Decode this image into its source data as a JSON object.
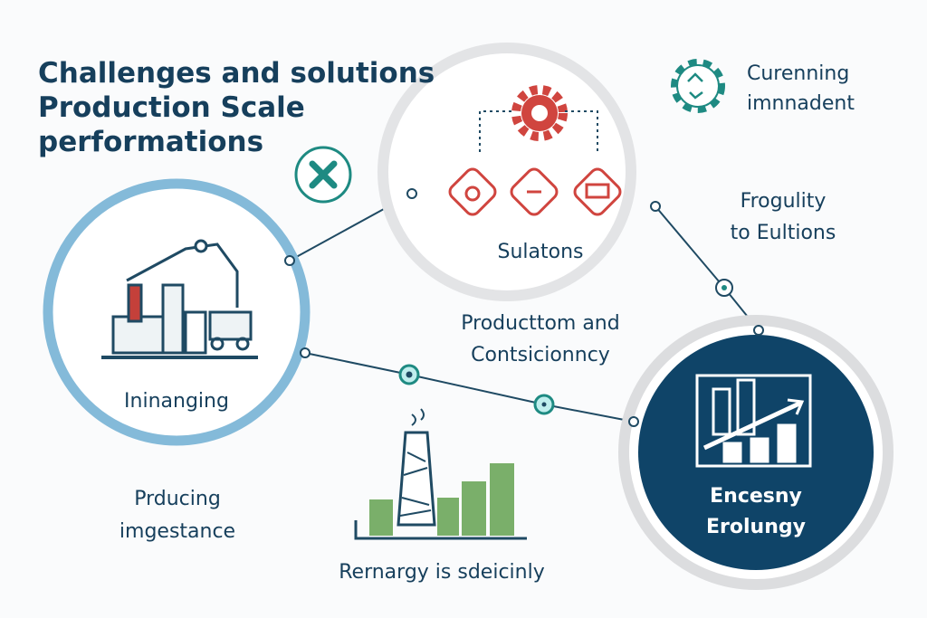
{
  "title": {
    "line1": "Challenges and solutions",
    "line2": "Production Scale",
    "line3": "performations"
  },
  "nodes": {
    "left": {
      "label": "Ininanging"
    },
    "top": {
      "label": "Sulatons"
    },
    "right": {
      "line1": "Encesny",
      "line2": "Erolungy"
    }
  },
  "labels": {
    "top_right": {
      "line1": "Curenning",
      "line2": "imnnadent"
    },
    "right_mid": {
      "line1": "Frogulity",
      "line2": "to Eultions"
    },
    "center": {
      "line1": "Producttom and",
      "line2": "Contsicionncy"
    },
    "bottom_left": {
      "line1": "Prducing",
      "line2": "imgestance"
    },
    "bottom_center": "Rernargy is sdeicinly"
  },
  "colors": {
    "navy": "#163f5c",
    "teal": "#1e8a82",
    "red": "#d0453f",
    "lightblue": "#84bad9",
    "green": "#7aaf6a",
    "darknode": "#0f4468"
  }
}
